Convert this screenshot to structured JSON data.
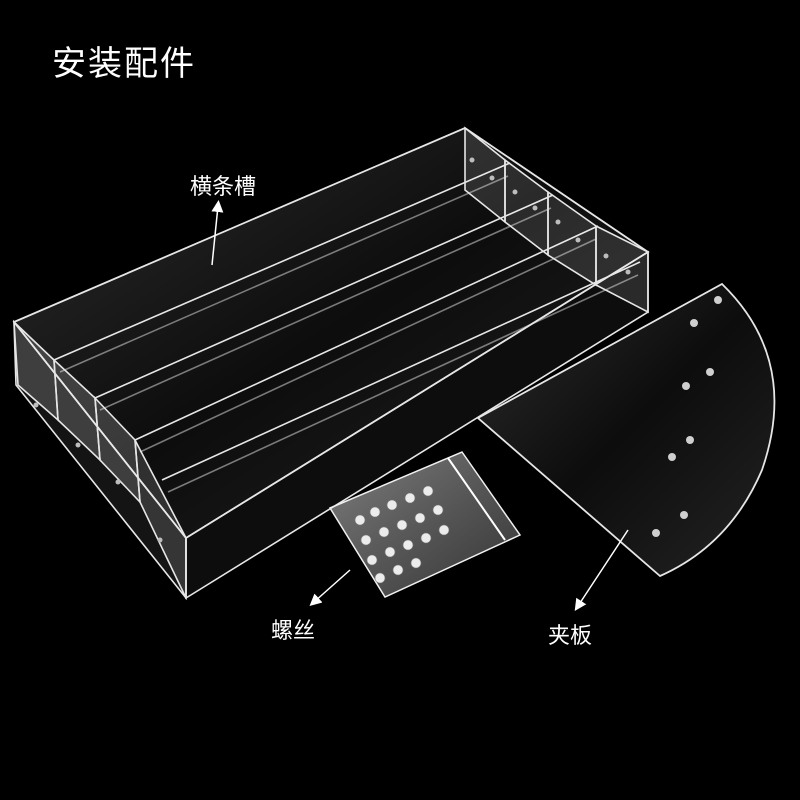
{
  "title": "安装配件",
  "labels": {
    "slot": "横条槽",
    "screws": "螺丝",
    "clamp_plate": "夹板"
  },
  "colors": {
    "background": "#000000",
    "text": "#ffffff"
  }
}
